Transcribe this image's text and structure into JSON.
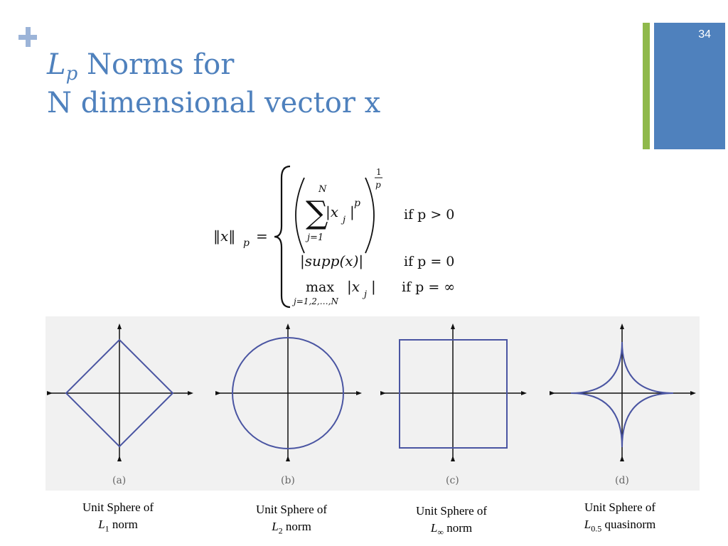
{
  "slide": {
    "page_number": "34",
    "title": {
      "line1_symbol": "L",
      "line1_subscript": "p",
      "line1_text": "Norms for",
      "line2": "N dimensional vector x"
    },
    "accent_colors": {
      "title": "#4f81bd",
      "green_bar": "#8fb94b",
      "blue_box": "#4f81bd",
      "plus": "#9cb4d8",
      "curve": "#4a55a2"
    }
  },
  "formula": {
    "lhs": "‖x‖",
    "lhs_subscript": "p",
    "equals": "=",
    "case1": {
      "sum_symbol": "∑",
      "sum_upper": "N",
      "sum_lower": "j=1",
      "term": "|x",
      "term_subscript": "j",
      "term_close": "|",
      "term_power": "p",
      "outer_power_num": "1",
      "outer_power_den": "p",
      "condition": "if p > 0"
    },
    "case2": {
      "expression": "|supp(x)|",
      "condition": "if p = 0"
    },
    "case3": {
      "operator": "max",
      "operator_subscript": "j=1,2,…,N",
      "term": "|x",
      "term_subscript": "j",
      "term_close": "|",
      "condition": "if p = ∞"
    }
  },
  "figures": [
    {
      "letter": "(a)",
      "shape": "diamond",
      "caption_line1": "Unit Sphere of",
      "caption_symbol": "L",
      "caption_subscript": "1",
      "caption_suffix": " norm"
    },
    {
      "letter": "(b)",
      "shape": "circle",
      "caption_line1": "Unit Sphere of",
      "caption_symbol": "L",
      "caption_subscript": "2",
      "caption_suffix": " norm"
    },
    {
      "letter": "(c)",
      "shape": "square",
      "caption_line1": "Unit Sphere of",
      "caption_symbol": "L",
      "caption_subscript": "∞",
      "caption_suffix": " norm"
    },
    {
      "letter": "(d)",
      "shape": "astroid",
      "caption_line1": "Unit Sphere of",
      "caption_symbol": "L",
      "caption_subscript": "0.5",
      "caption_suffix": " quasinorm"
    }
  ]
}
